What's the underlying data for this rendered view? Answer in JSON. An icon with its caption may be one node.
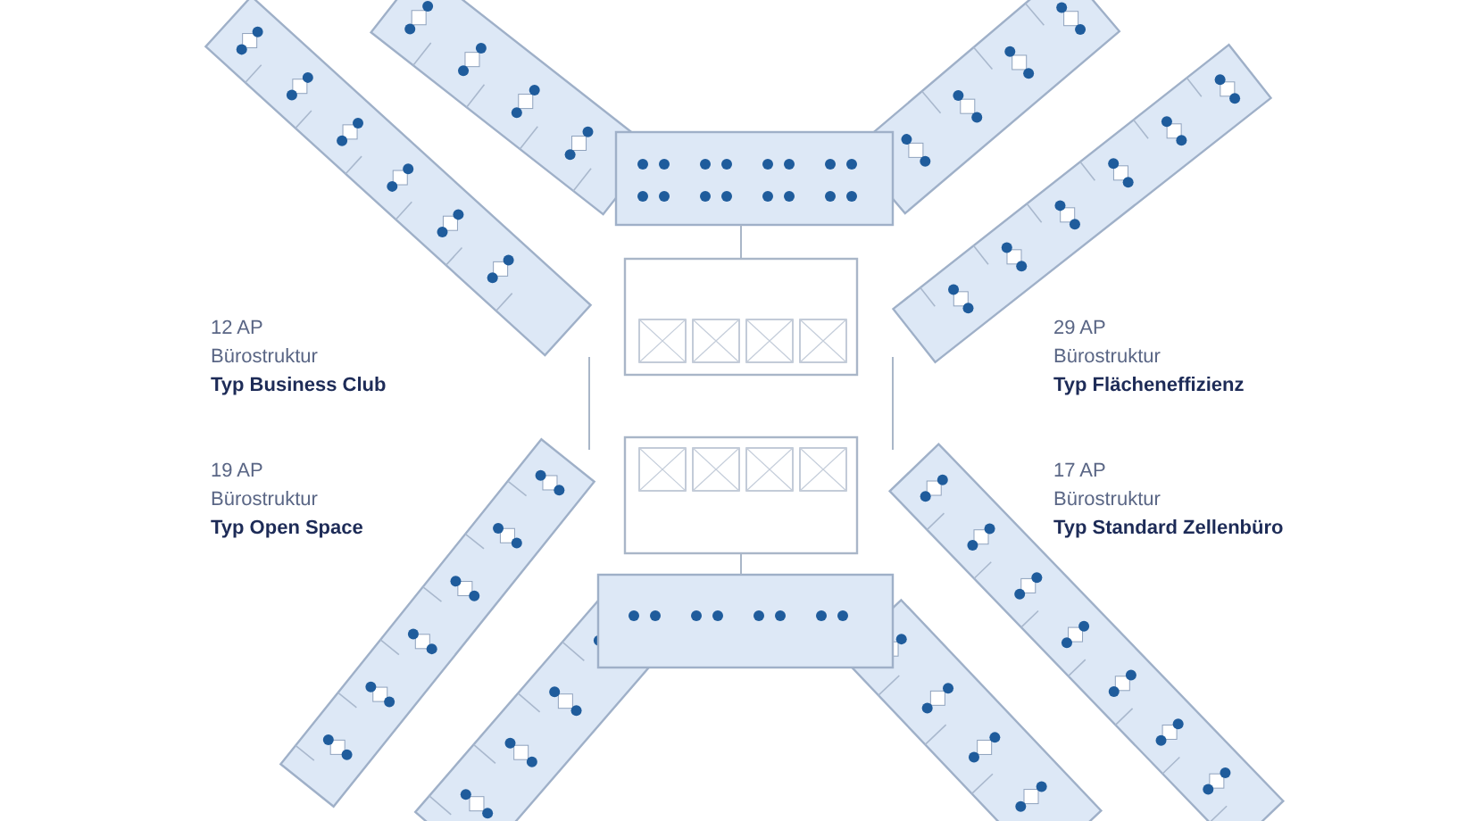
{
  "diagram": {
    "labels": [
      "12 AP",
      "Bürostruktur",
      "Typ Business Club",
      "29 AP",
      "Bürostruktur",
      "Typ Flächeneffizienz",
      "19 AP",
      "Bürostruktur",
      "Typ Open Space",
      "17 AP",
      "Bürostruktur",
      "Typ Standard Zellenbüro"
    ]
  }
}
